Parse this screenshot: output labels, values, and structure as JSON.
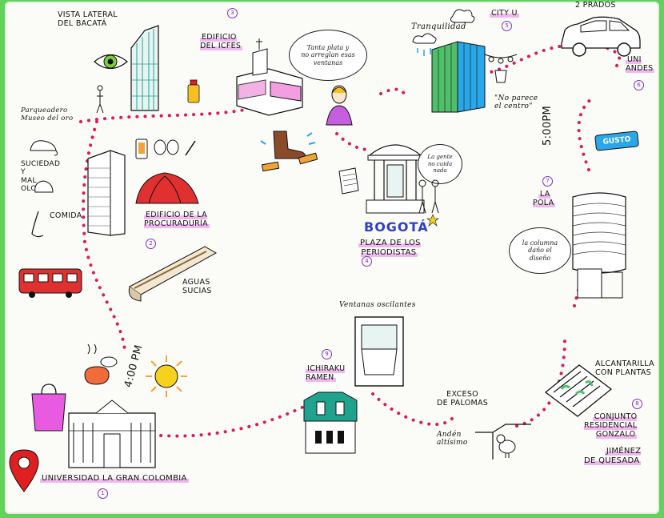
{
  "labels": {
    "vista_lateral": "VISTA LATERAL\nDEL BACATÁ",
    "edificio_icfes": "EDIFICIO\nDEL ICFES",
    "icfes_number": "3",
    "speech_icfes": "Tanta plata y\nno arreglan esas\nventanas",
    "tranquilidad": "Tranquilidad",
    "city_u": "CITY U",
    "city_u_number": "5",
    "no_parece": "\"No parece\nel centro\"",
    "dos_prados": "2 PRADOS",
    "uni_andes": "UNI\nANDES",
    "uni_andes_number": "6",
    "parqueadero": "Parqueadero\nMuseo del oro",
    "sociedad": "SUCIEDAD\nY\nMAL\nOLOR",
    "comida": "COMIDA",
    "procuraduria": "EDIFICIO DE LA\nPROCURADURÍA",
    "procuraduria_number": "2",
    "aguas_sucias": "AGUAS\nSUCIAS",
    "bogota": "BOGOTÁ",
    "plaza": "PLAZA DE LOS\nPERIODISTAS",
    "plaza_number": "4",
    "speech_plaza": "La gente\nno cuida\nnada",
    "time_500": "5:00PM",
    "ticket_label": "GUSTO",
    "la_pola": "LA\nPOLA",
    "la_pola_number": "7",
    "speech_pola": "la columna\ndaño el\ndiseño",
    "ventanas": "Ventanas oscilantes",
    "ichiraku": "ICHIRAKU\nRAMEN",
    "ichiraku_number": "9",
    "time_400": "4:00 PM",
    "exceso": "EXCESO\nDE PALOMAS",
    "anden": "Andén\naltísimo",
    "alcantarilla": "ALCANTARILLA\nCON PLANTAS",
    "conjunto": "CONJUNTO\nRESIDENCIAL\nGONZALO",
    "conjunto_number": "8",
    "jimenez": "JIMÉNEZ\nDE QUESADA",
    "universidad": "UNIVERSIDAD LA GRAN COLOMBIA",
    "universidad_number": "1"
  },
  "colors": {
    "route_dots": "#d81b60",
    "highlight": "#f1b8f0",
    "bus_red": "#e03030",
    "teal": "#1fa38f",
    "green_building": "#4fbf6a",
    "purple_number": "#7a32c9",
    "pin_red": "#e02020",
    "sun_yellow": "#f6d21e",
    "bogota_blue": "#2e3fc9",
    "frame_green": "#5fd35a"
  }
}
